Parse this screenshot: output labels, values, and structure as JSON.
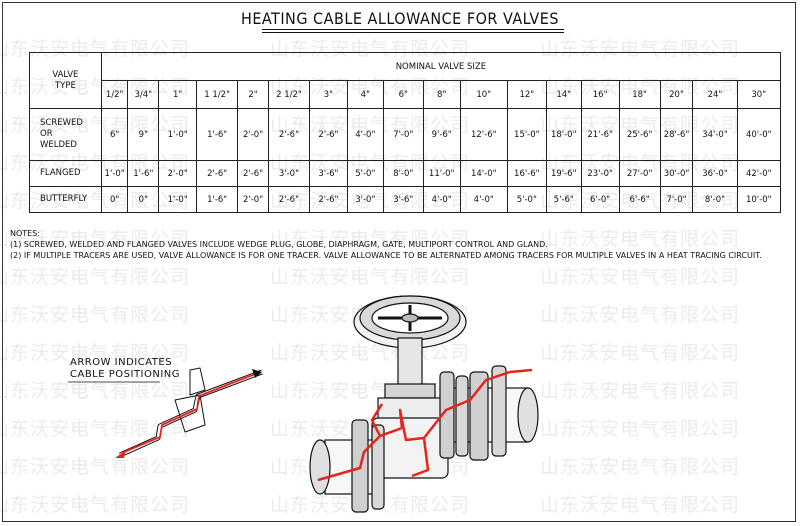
{
  "title": "HEATING CABLE ALLOWANCE FOR VALVES",
  "table": {
    "type_header": [
      "VALVE",
      "TYPE"
    ],
    "size_header": "NOMINAL VALVE SIZE",
    "sizes": [
      "1/2\"",
      "3/4\"",
      "1\"",
      "1 1/2\"",
      "2\"",
      "2 1/2\"",
      "3\"",
      "4\"",
      "6\"",
      "8\"",
      "10\"",
      "12\"",
      "14\"",
      "16\"",
      "18\"",
      "20\"",
      "24\"",
      "30\""
    ],
    "rows": [
      {
        "type": [
          "SCREWED",
          "OR",
          "WELDED"
        ],
        "values": [
          "6\"",
          "9\"",
          "1'-0\"",
          "1'-6\"",
          "2'-0\"",
          "2'-6\"",
          "2'-6\"",
          "4'-0\"",
          "7'-0\"",
          "9'-6\"",
          "12'-6\"",
          "15'-0\"",
          "18'-0\"",
          "21'-6\"",
          "25'-6\"",
          "28'-6\"",
          "34'-0\"",
          "40'-0\""
        ]
      },
      {
        "type": [
          "FLANGED"
        ],
        "values": [
          "1'-0\"",
          "1'-6\"",
          "2'-0\"",
          "2'-6\"",
          "2'-6\"",
          "3'-0\"",
          "3'-6\"",
          "5'-0\"",
          "8'-0\"",
          "11'-0\"",
          "14'-0\"",
          "16'-6\"",
          "19'-6\"",
          "23'-0\"",
          "27'-0\"",
          "30'-0\"",
          "36'-0\"",
          "42'-0\""
        ]
      },
      {
        "type": [
          "BUTTERFLY"
        ],
        "values": [
          "0\"",
          "0\"",
          "1'-0\"",
          "1'-6\"",
          "2'-0\"",
          "2'-6\"",
          "2'-6\"",
          "3'-0\"",
          "3'-6\"",
          "4'-0\"",
          "4'-0\"",
          "5'-0\"",
          "5'-6\"",
          "6'-0\"",
          "6'-6\"",
          "7'-0\"",
          "8'-0\"",
          "10'-0\""
        ]
      }
    ]
  },
  "notes": {
    "heading": "NOTES:",
    "items": [
      "(1) SCREWED, WELDED AND FLANGED VALVES INCLUDE WEDGE PLUG, GLOBE, DIAPHRAGM, GATE, MULTIPORT CONTROL AND GLAND.",
      "(2) IF MULTIPLE TRACERS ARE USED, VALVE ALLOWANCE IS FOR ONE TRACER. VALVE ALLOWANCE TO BE ALTERNATED AMONG TRACERS FOR MULTIPLE VALVES IN A HEAT TRACING CIRCUIT."
    ]
  },
  "arrow_label": [
    "ARROW INDICATES",
    "CABLE POSITIONING"
  ],
  "watermark": "山东沃安电气有限公司",
  "colors": {
    "cable": "#e8231e",
    "line": "#111111",
    "watermark": "#ebebeb"
  }
}
